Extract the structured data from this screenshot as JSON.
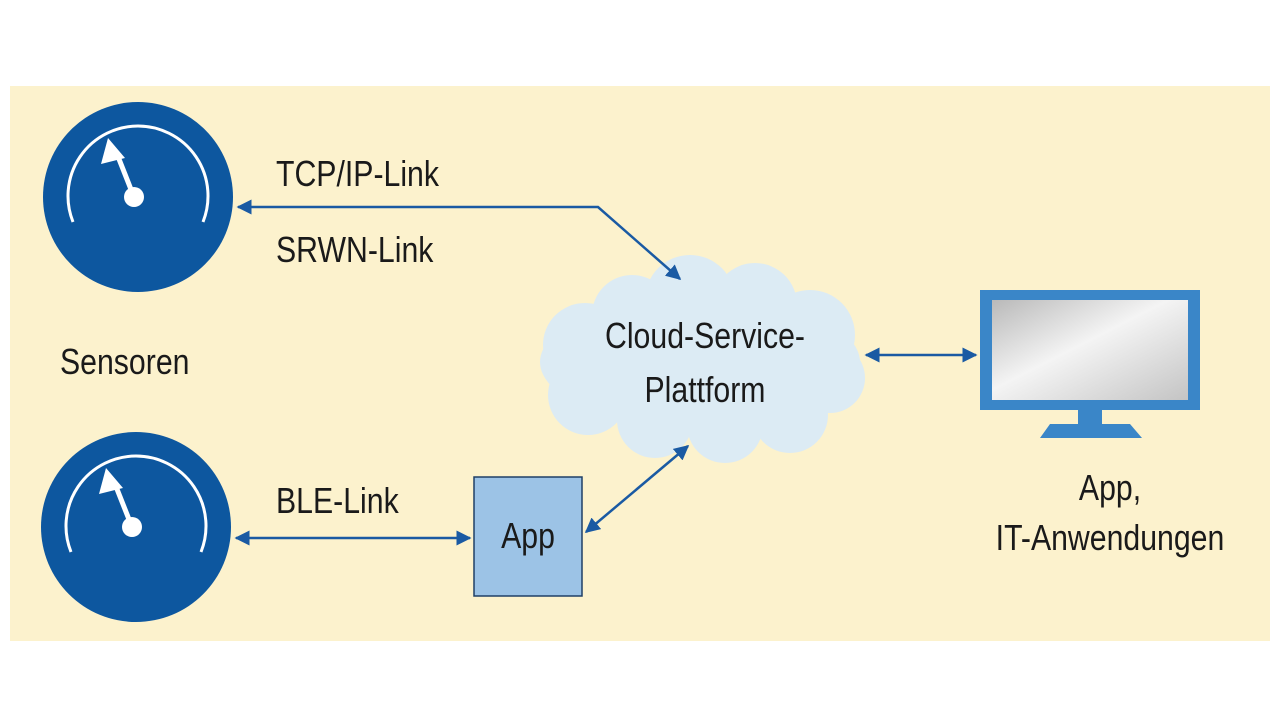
{
  "labels": {
    "tcp_link": "TCP/IP-Link",
    "srwn_link": "SRWN-Link",
    "sensors": "Sensoren",
    "ble_link": "BLE-Link",
    "app_box": "App",
    "cloud_line1": "Cloud-Service-",
    "cloud_line2": "Plattform",
    "monitor_line1": "App,",
    "monitor_line2": "IT-Anwendungen"
  },
  "colors": {
    "background": "#fcf2cd",
    "sensor_fill": "#0d579f",
    "arrow": "#1a5aa3",
    "cloud_fill": "#dcebf4",
    "app_box_fill": "#9cc3e6",
    "monitor_frame": "#3a86c8"
  }
}
